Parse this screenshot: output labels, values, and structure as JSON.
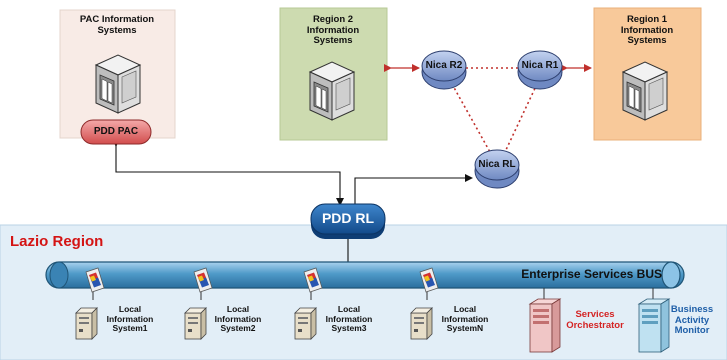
{
  "info_systems": {
    "pac": "PAC Information\nSystems",
    "region2": "Region 2\nInformation\nSystems",
    "region1": "Region 1\nInformation\nSystems"
  },
  "nodes": {
    "pdd_pac": "PDD PAC",
    "nica_r2": "Nica R2",
    "nica_r1": "Nica R1",
    "nica_rl": "Nica RL",
    "pdd_rl": "PDD RL"
  },
  "region_label": "Lazio Region",
  "bus_label": "Enterprise Services BUS",
  "local_systems": [
    "Local\nInformation\nSystem1",
    "Local\nInformation\nSystem2",
    "Local\nInformation\nSystem3",
    "Local\nInformation\nSystemN"
  ],
  "services_orchestrator": "Services\nOrchestrator",
  "business_activity_monitor": "Business\nActivity\nMonitor",
  "colors": {
    "pac_box": "#f8ebe6",
    "region2_box": "#cddbb0",
    "region1_box": "#f8c99a",
    "lazio_bg": "#e2eef7",
    "bus": "#4f9ac8",
    "pdd_rl": "#1b5ea8",
    "pdd_pac": "#e36a6a",
    "nica": "#8fa8d8",
    "link_red": "#c0302c"
  }
}
